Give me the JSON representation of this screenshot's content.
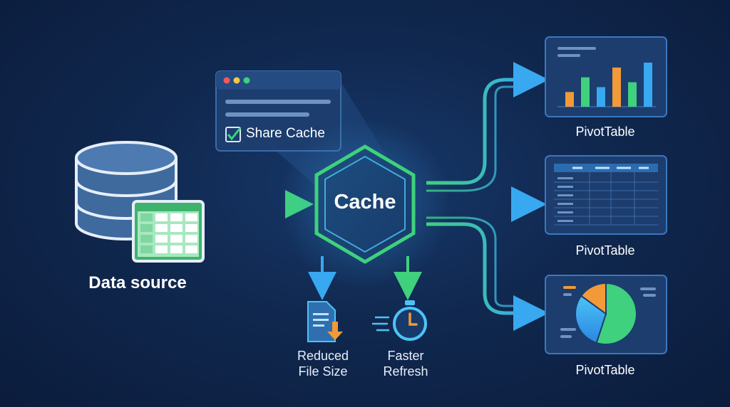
{
  "nodes": {
    "data_source": "Data source",
    "cache": "Cache",
    "share_cache": "Share Cache",
    "pivot_tables": [
      "PivotTable",
      "PivotTable",
      "PivotTable"
    ]
  },
  "benefits": {
    "reduced_line1": "Reduced",
    "reduced_line2": "File Size",
    "faster_line1": "Faster",
    "faster_line2": "Refresh"
  },
  "mini_bar_chart": {
    "values": [
      3,
      6,
      4,
      8,
      5,
      9
    ]
  },
  "mini_pie_chart": {
    "values": [
      55,
      30,
      15
    ]
  },
  "colors": {
    "background": "#10284f",
    "accent_green": "#3fd17d",
    "accent_blue": "#38a8f0",
    "accent_orange": "#f29a38",
    "panel": "#1c3d6e"
  },
  "icons": [
    "database-icon",
    "spreadsheet-icon",
    "checkbox-icon",
    "document-download-icon",
    "stopwatch-icon"
  ]
}
